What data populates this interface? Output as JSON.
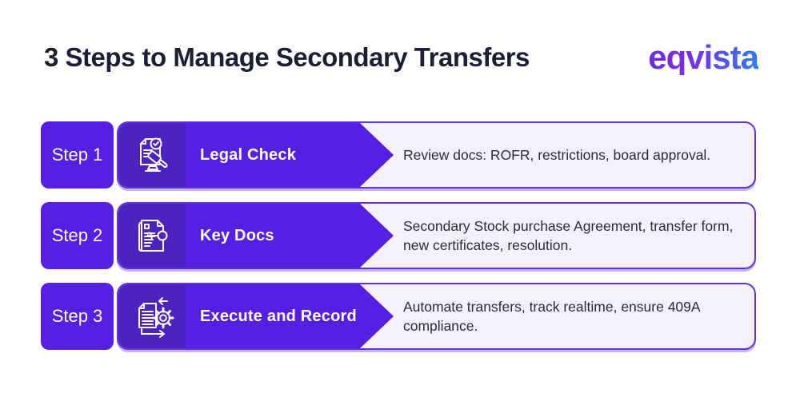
{
  "header": {
    "title": "3 Steps to Manage Secondary Transfers",
    "logo_text": "eqvista"
  },
  "steps": [
    {
      "label": "Step 1",
      "icon": "legal-check-gavel-document-icon",
      "title": "Legal Check",
      "description": "Review docs: ROFR, restrictions, board approval."
    },
    {
      "label": "Step 2",
      "icon": "key-document-icon",
      "title": "Key Docs",
      "description": "Secondary Stock purchase Agreement, transfer form, new certificates, resolution."
    },
    {
      "label": "Step 3",
      "icon": "document-gear-sync-icon",
      "title": "Execute and Record",
      "description": "Automate transfers, track realtime, ensure 409A compliance."
    }
  ],
  "colors": {
    "accent_purple": "#551fe4",
    "icon_tile_purple": "#4c22c0",
    "row_border_purple": "#6231dd",
    "row_background": "#f4f1fb",
    "title_text": "#1b1f33",
    "step_text": "#ffffff",
    "logo_gradient_start": "#6d2bdf",
    "logo_gradient_end": "#2e7bf6"
  }
}
